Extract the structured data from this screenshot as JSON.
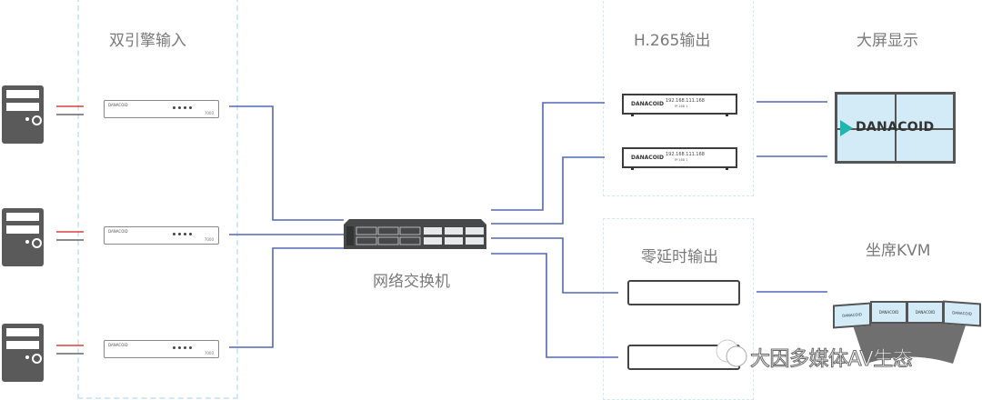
{
  "sections": {
    "dual_engine_input": "双引擎输入",
    "h265_output": "H.265输出",
    "big_screen": "大屏显示",
    "zero_latency_output": "零延时输出",
    "seat_kvm": "坐席KVM",
    "switch_label": "网络交换机"
  },
  "encoders": [
    {
      "brand": "DANACOID",
      "model": "7000"
    },
    {
      "brand": "DANACOID",
      "model": "7000"
    },
    {
      "brand": "DANACOID",
      "model": "7000"
    }
  ],
  "decoders": [
    {
      "brand": "DANACOID",
      "ip": "192.168.111.168",
      "sub": "IP:168 1"
    },
    {
      "brand": "DANACOID",
      "ip": "192.168.111.168",
      "sub": "IP:168 1"
    }
  ],
  "video_wall": {
    "logo": "DANACOID"
  },
  "kvm_monitors": [
    "DANACOID",
    "DANACOID",
    "DANACOID",
    "DANACOID"
  ],
  "watermark": "大因多媒体AV生态",
  "colors": {
    "link": "#5566b8",
    "zone_border": "#d3e8f7",
    "device_dark": "#5a5a5b",
    "red_cable": "#d9403f",
    "screen_fill": "#d2ebf7"
  }
}
